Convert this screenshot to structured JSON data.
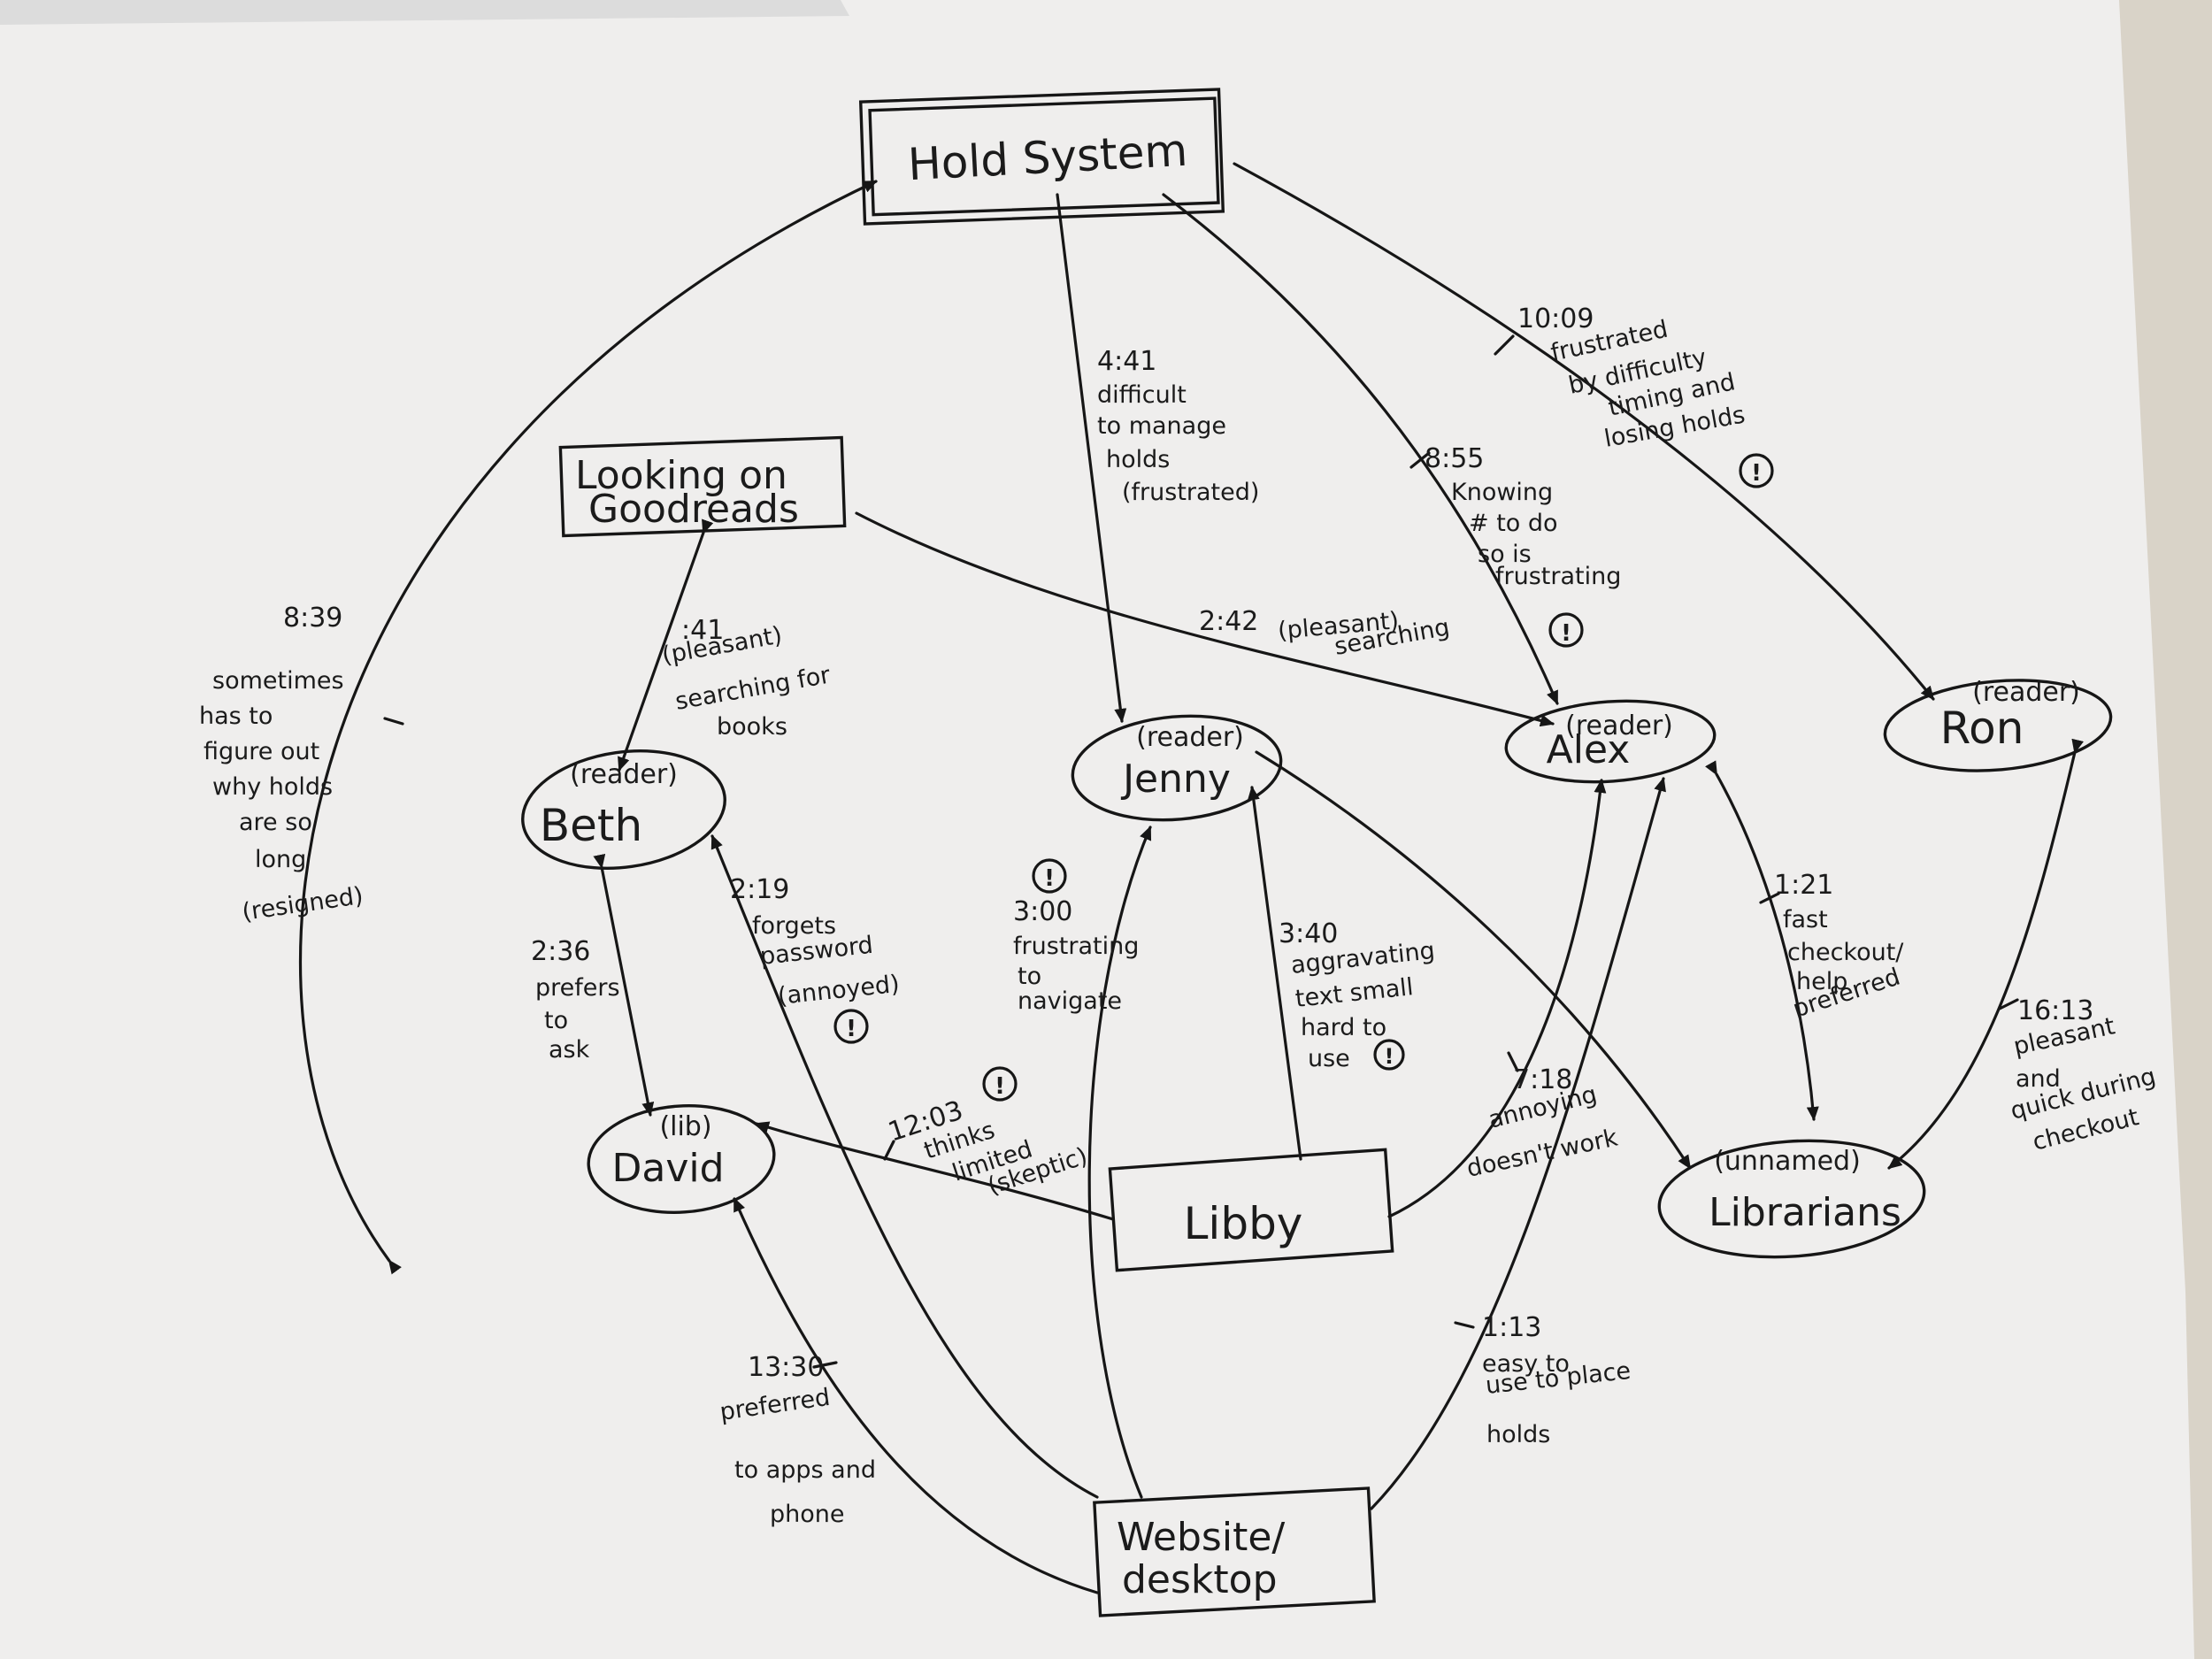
{
  "diagram": {
    "nodes": {
      "hold_system": {
        "label": "Hold System"
      },
      "goodreads": {
        "line1": "Looking on",
        "line2": "Goodreads"
      },
      "beth": {
        "role": "(reader)",
        "label": "Beth"
      },
      "jenny": {
        "role": "(reader)",
        "label": "Jenny"
      },
      "alex": {
        "role": "(reader)",
        "label": "Alex"
      },
      "ron": {
        "role": "(reader)",
        "label": "Ron"
      },
      "david": {
        "role": "(lib)",
        "label": "David"
      },
      "librarians": {
        "role": "(unnamed)",
        "label": "Librarians"
      },
      "libby": {
        "label": "Libby"
      },
      "website": {
        "line1": "Website/",
        "line2": "desktop"
      }
    },
    "edges": [
      {
        "id": "hold-david",
        "time": "8:39",
        "note": [
          "sometimes",
          "has to",
          "figure out",
          "why holds",
          "are so",
          "long",
          "(resigned)"
        ]
      },
      {
        "id": "hold-jenny",
        "time": "4:41",
        "note": [
          "difficult",
          "to manage",
          "holds",
          "(frustrated)"
        ]
      },
      {
        "id": "hold-alex",
        "time": "8:55",
        "note": [
          "Knowing",
          "# to do",
          "so is",
          "frustrating"
        ]
      },
      {
        "id": "hold-ron",
        "time": "10:09",
        "note": [
          "frustrated",
          "by difficulty",
          "timing and",
          "losing holds"
        ]
      },
      {
        "id": "goodreads-beth",
        "time": ":41",
        "note": [
          "(pleasant)",
          "searching for",
          "books"
        ]
      },
      {
        "id": "goodreads-alex",
        "time": "2:42",
        "note": [
          "(pleasant)",
          "searching"
        ]
      },
      {
        "id": "beth-david",
        "time": "2:36",
        "note": [
          "prefers",
          "to",
          "ask"
        ]
      },
      {
        "id": "website-beth",
        "time": "2:19",
        "note": [
          "forgets",
          "password",
          "(annoyed)"
        ]
      },
      {
        "id": "website-jenny",
        "time": "3:00",
        "note": [
          "frustrating",
          "to",
          "navigate"
        ]
      },
      {
        "id": "libby-jenny",
        "time": "3:40",
        "note": [
          "aggravating",
          "text small",
          "hard to",
          "use"
        ]
      },
      {
        "id": "libby-david",
        "time": "12:03",
        "note": [
          "thinks",
          "limited",
          "(skeptic)"
        ]
      },
      {
        "id": "libby-alex",
        "time": "7:18",
        "note": [
          "annoying",
          "doesn't work"
        ]
      },
      {
        "id": "alex-librarians",
        "time": "1:21",
        "note": [
          "fast",
          "checkout/",
          "help",
          "preferred"
        ]
      },
      {
        "id": "ron-librarians",
        "time": "16:13",
        "note": [
          "pleasant",
          "and",
          "quick during",
          "checkout"
        ]
      },
      {
        "id": "website-david",
        "time": "13:30",
        "note": [
          "preferred",
          "to apps and",
          "phone"
        ]
      },
      {
        "id": "website-alex",
        "time": "1:13",
        "note": [
          "easy to",
          "use to place",
          "holds"
        ]
      }
    ],
    "emotion_marker": "!"
  },
  "colors": {
    "paper": "#efeeed",
    "ink": "#161616",
    "background": "#d9d3c8"
  }
}
